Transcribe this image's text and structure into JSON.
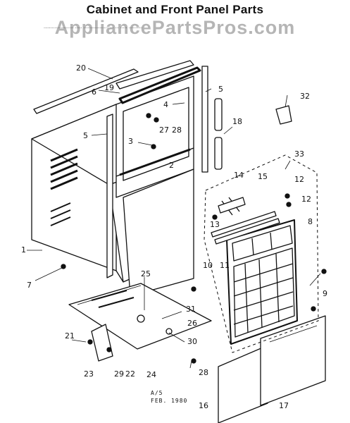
{
  "title": "Cabinet and Front Panel Parts",
  "watermark": "AppliancePartsPros.com",
  "subtitle": "...................... ..... ...................... ... ..... ..........",
  "footnote": {
    "line1": "A/5",
    "line2": "FEB. 1980"
  },
  "callouts": [
    "1",
    "2",
    "3",
    "4",
    "5",
    "5",
    "6",
    "7",
    "8",
    "9",
    "10",
    "11",
    "12",
    "12",
    "13",
    "14",
    "15",
    "16",
    "17",
    "18",
    "19",
    "20",
    "21",
    "22",
    "23",
    "24",
    "25",
    "26",
    "27",
    "28",
    "28",
    "29",
    "30",
    "31",
    "32",
    "33"
  ],
  "colors": {
    "ink": "#111111",
    "watermark": "#7f7f7f",
    "paper": "#ffffff"
  }
}
